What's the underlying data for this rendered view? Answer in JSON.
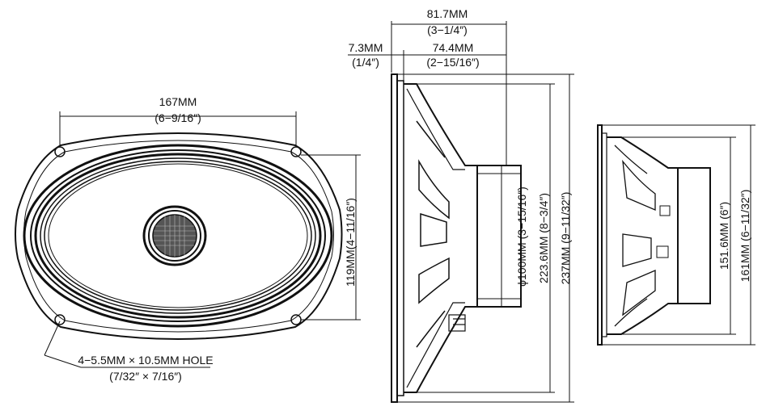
{
  "front_view": {
    "width_mm": "167MM",
    "width_in": "(6−9/16″)",
    "height_label": "119MM(4−11/16″)",
    "hole_label": "4−5.5MM × 10.5MM HOLE",
    "hole_in": "(7/32″ × 7/16″)"
  },
  "side_view": {
    "depth_total_mm": "81.7MM",
    "depth_total_in": "(3−1/4″)",
    "flange_mm": "7.3MM",
    "flange_in": "(1/4″)",
    "depth_mount_mm": "74.4MM",
    "depth_mount_in": "(2−15/16″)",
    "magnet_label": "ϕ100MM  (3−15/16″)",
    "cutout_label": "223.6MM  (8−3/4″)",
    "overall_label": "237MM  (9−11/32″)"
  },
  "end_view": {
    "inner_label": "151.6MM  (6″)",
    "outer_label": "161MM  (6−11/32″)"
  }
}
